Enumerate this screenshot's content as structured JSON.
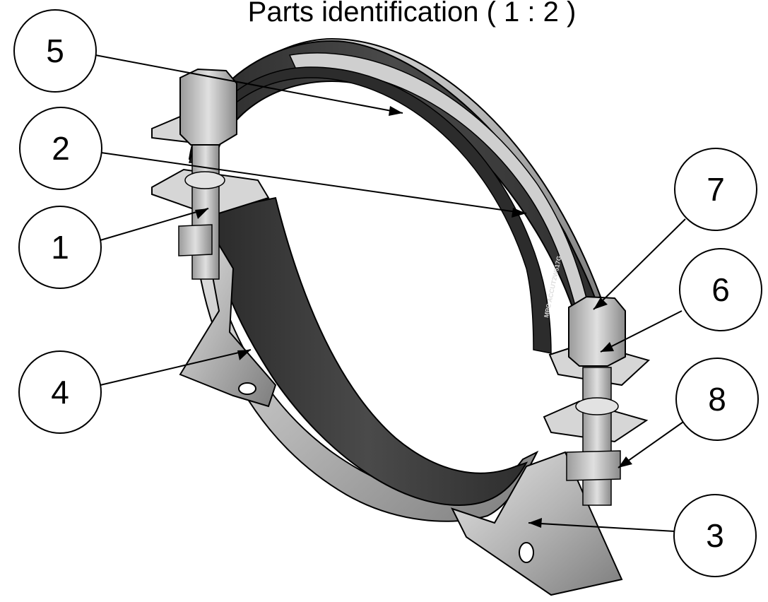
{
  "title": "Parts identification ( 1 : 2 )",
  "engraving": "MPC ACCUT2W517G",
  "colors": {
    "rubber": "#3a3a3a",
    "steel": "#c9c9c9",
    "steel_dark": "#8f8f8f",
    "line": "#000000"
  },
  "callouts": [
    {
      "number": "5",
      "target": "inner-rubber-band"
    },
    {
      "number": "2",
      "target": "rubber-lining-marking"
    },
    {
      "number": "1",
      "target": "lower-clamp-flange"
    },
    {
      "number": "4",
      "target": "lower-rubber-lining"
    },
    {
      "number": "7",
      "target": "bolt-head"
    },
    {
      "number": "6",
      "target": "washer"
    },
    {
      "number": "8",
      "target": "nut"
    },
    {
      "number": "3",
      "target": "base-bracket"
    }
  ]
}
